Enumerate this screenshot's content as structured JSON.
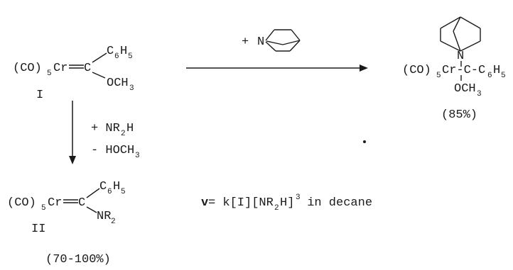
{
  "reaction": {
    "arrow_top_reagent": {
      "plus": "+",
      "n_atom": "N"
    },
    "arrow_down_reagents": [
      "+ NR",
      "- HOCH"
    ],
    "arrow_down_subs": [
      "2",
      "3"
    ]
  },
  "compound_I": {
    "metal_prefix": "(CO)",
    "metal_prefix_sub": "5",
    "metal": "Cr",
    "carbon": "C",
    "phenyl": "C",
    "phenyl_sub1": "6",
    "phenyl_h": "H",
    "phenyl_sub2": "5",
    "methoxy": "OCH",
    "methoxy_sub": "3",
    "label": "I"
  },
  "product_top": {
    "metal_prefix": "(CO)",
    "metal_prefix_sub": "5",
    "chain": "Cr-C-C",
    "phenyl_sub1": "6",
    "phenyl_h": "H",
    "phenyl_sub2": "5",
    "n_atom": "N",
    "methoxy": "OCH",
    "methoxy_sub": "3",
    "yield": "(85%)"
  },
  "compound_II": {
    "metal_prefix": "(CO)",
    "metal_prefix_sub": "5",
    "metal": "Cr",
    "carbon": "C",
    "phenyl": "C",
    "phenyl_sub1": "6",
    "phenyl_h": "H",
    "phenyl_sub2": "5",
    "amine": "NR",
    "amine_sub": "2",
    "label": "II",
    "yield": "(70-100%)"
  },
  "rate_law": {
    "symbol": "v",
    "eq": "= k[I][NR",
    "eq_sub": "2",
    "eq_close": "H]",
    "eq_exp": "3",
    "rest": " in decane"
  }
}
